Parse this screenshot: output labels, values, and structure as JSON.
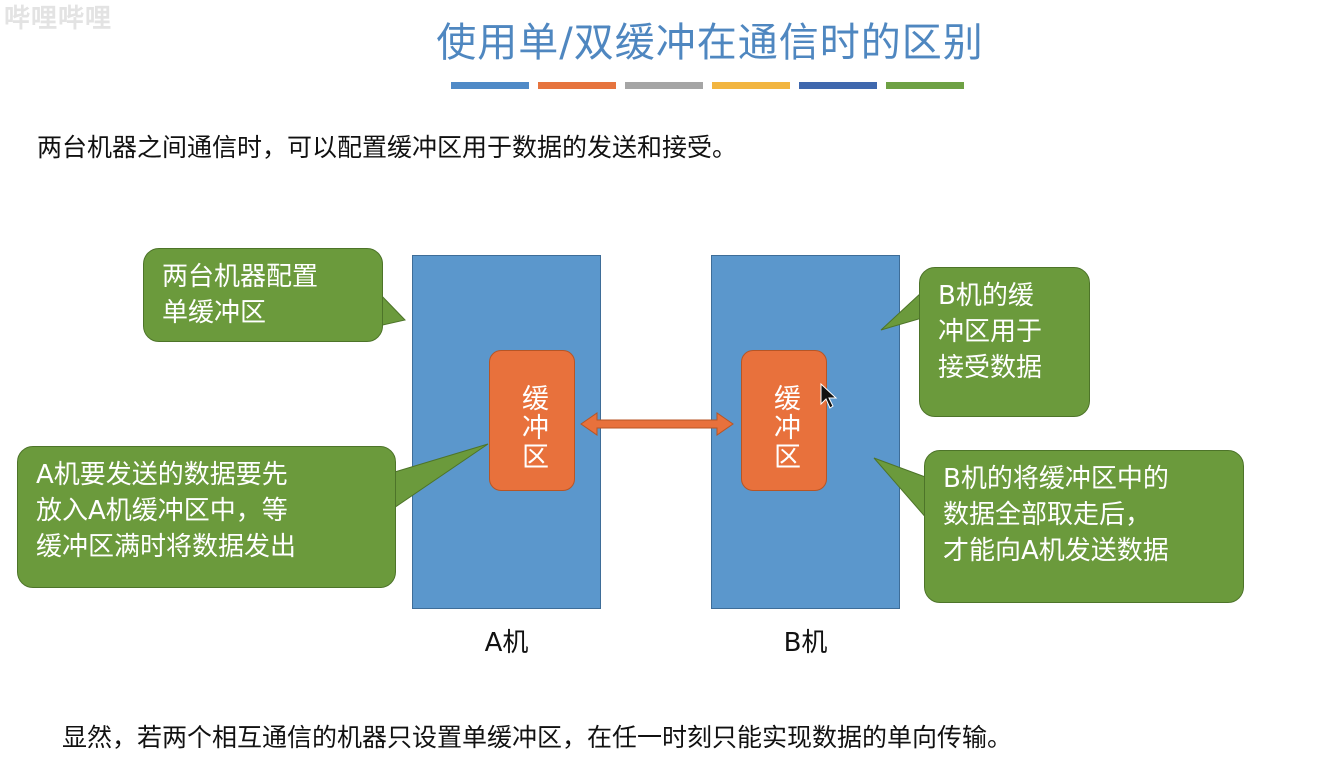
{
  "watermark": "哔哩哔哩",
  "title": "使用单/双缓冲在通信时的区别",
  "title_stripes": [
    "#4f8ac7",
    "#e6743e",
    "#a5a5a5",
    "#f2b540",
    "#3f68ae",
    "#6ea144"
  ],
  "intro": "两台机器之间通信时，可以配置缓冲区用于数据的发送和接受。",
  "machines": [
    {
      "label": "A机",
      "buffer": "缓冲区"
    },
    {
      "label": "B机",
      "buffer": "缓冲区"
    }
  ],
  "callouts": {
    "config": "两台机器配置\n单缓冲区",
    "a_send": "A机要发送的数据要先\n放入A机缓冲区中，等\n缓冲区满时将数据发出",
    "b_buffer": "B机的缓\n冲区用于\n接受数据",
    "b_send": "B机的将缓冲区中的\n数据全部取走后，\n才能向A机发送数据"
  },
  "outro": "显然，若两个相互通信的机器只设置单缓冲区，在任一时刻只能实现数据的单向传输。",
  "colors": {
    "machine": "#5b97cc",
    "buffer": "#e8713c",
    "callout": "#6b9a3c",
    "title": "#4f87c0"
  },
  "icons": [
    "double-arrow-icon",
    "mouse-cursor-icon"
  ]
}
